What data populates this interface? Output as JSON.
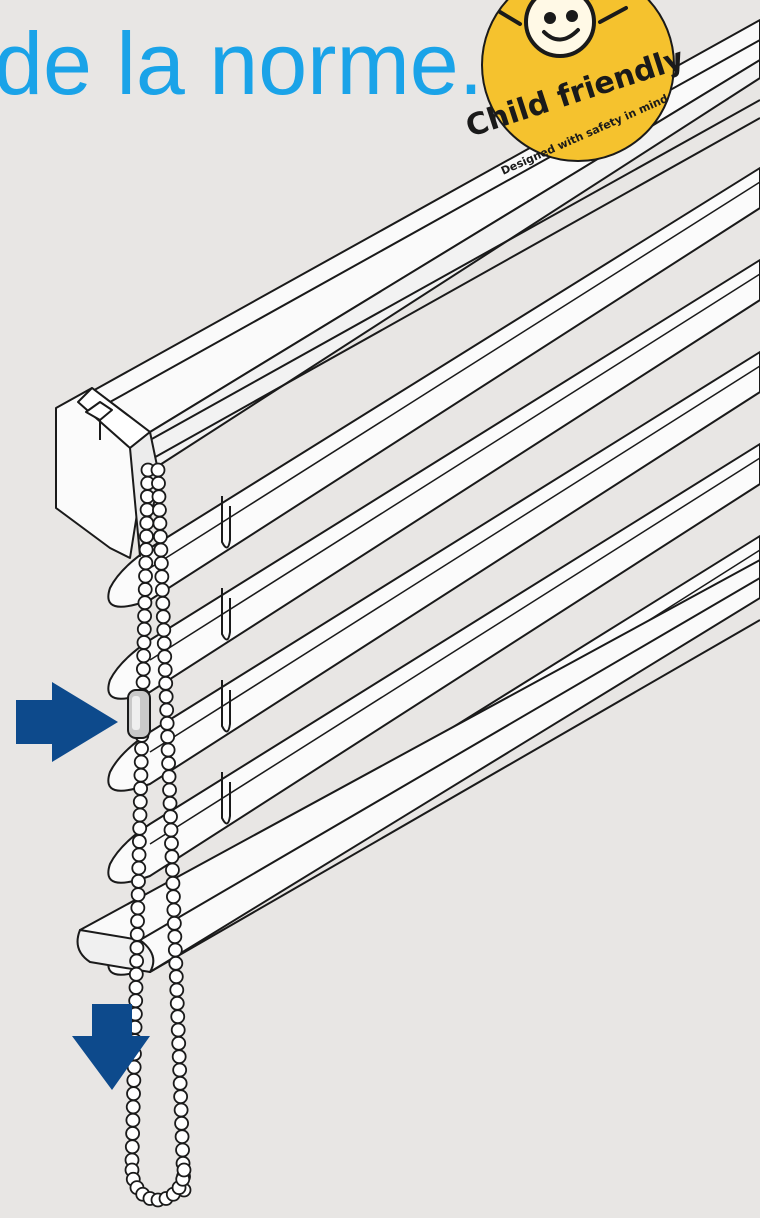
{
  "title": {
    "text": "de la norme.",
    "color": "#1aa3e8"
  },
  "badge": {
    "main_text": "Child friendly",
    "sub_text": "Designed with safety in mind",
    "fill_color": "#f5c22e",
    "icon": "smiling-child-face-icon"
  },
  "diagram": {
    "subject": "blind-with-ball-chain",
    "slat_count": 5,
    "arrow_color": "#0d4a8c",
    "arrows": [
      {
        "name": "arrow-right-icon",
        "direction": "right"
      },
      {
        "name": "arrow-down-icon",
        "direction": "down"
      }
    ]
  }
}
